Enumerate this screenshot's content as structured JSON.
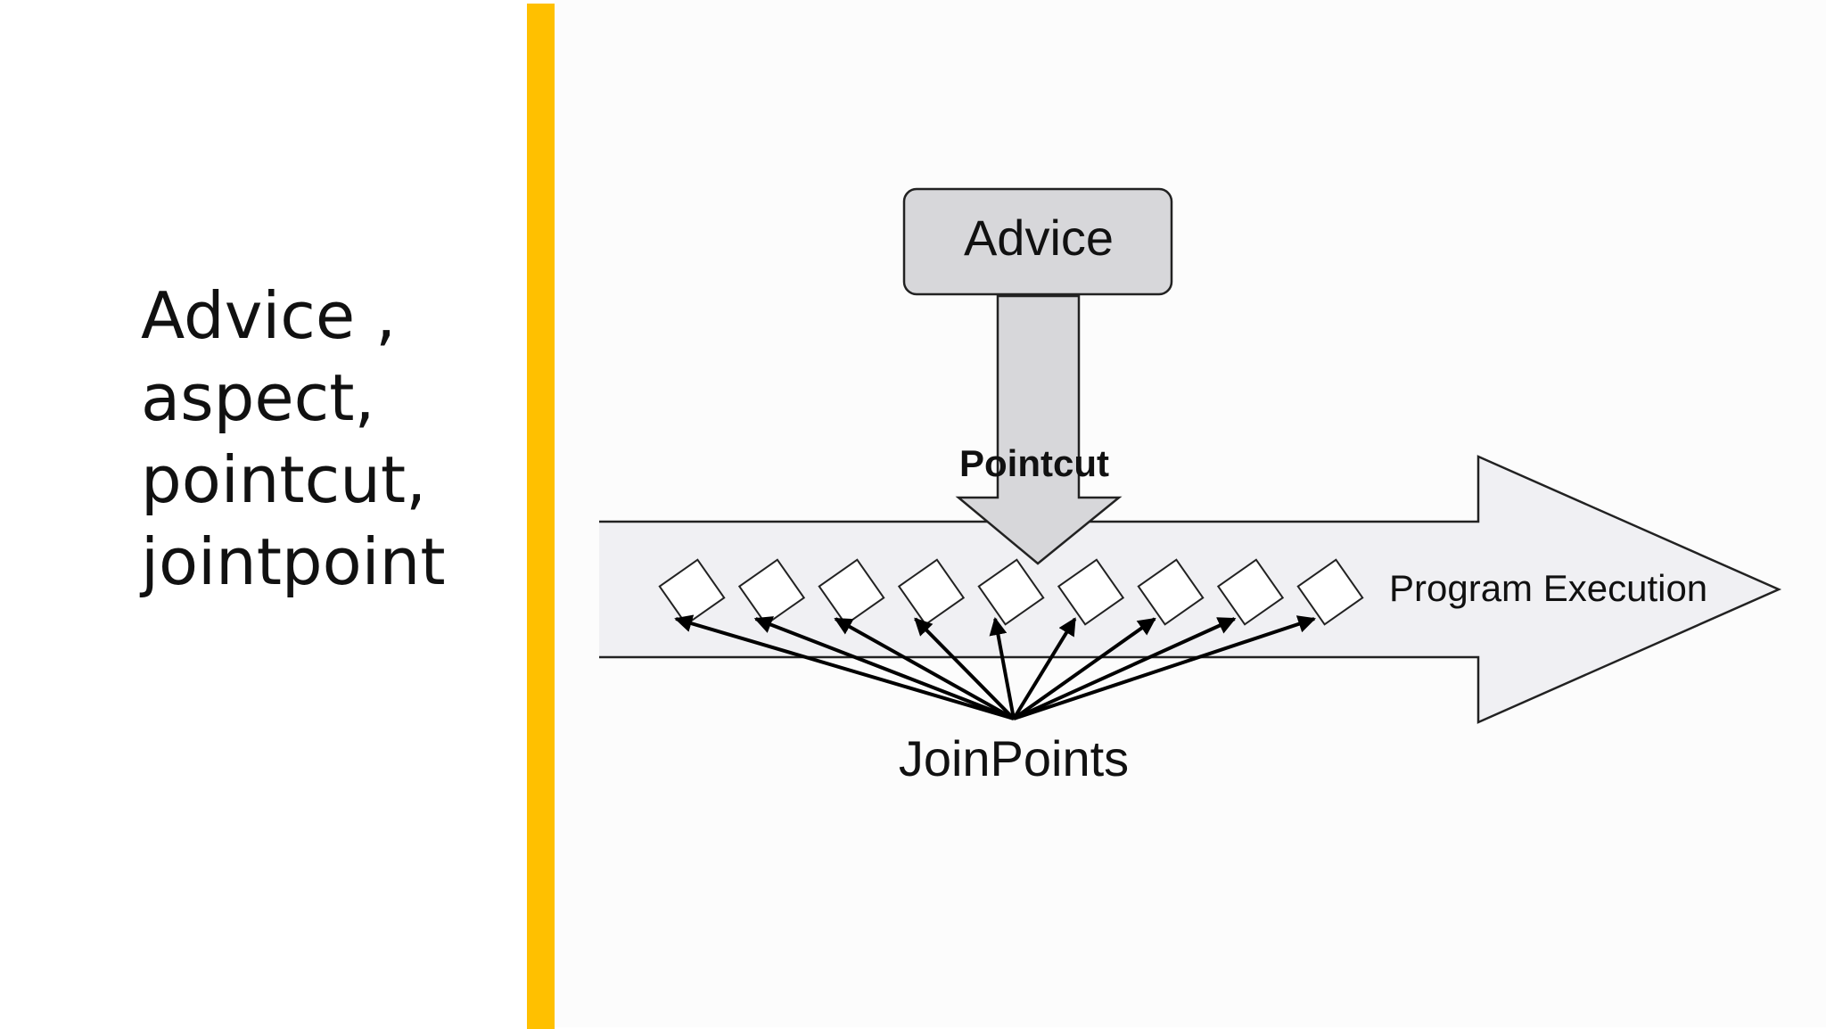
{
  "slide": {
    "title_lines": [
      "Advice ,",
      "aspect,",
      "pointcut,",
      "jointpoint"
    ],
    "accent_color": "#FFC000"
  },
  "diagram": {
    "advice_label": "Advice",
    "pointcut_label": "Pointcut",
    "program_execution_label": "Program Execution",
    "joinpoints_label": "JoinPoints",
    "joinpoint_count": 9,
    "advice_box_color": "#d7d7da",
    "arrow_fill_color": "#f0f0f3"
  }
}
